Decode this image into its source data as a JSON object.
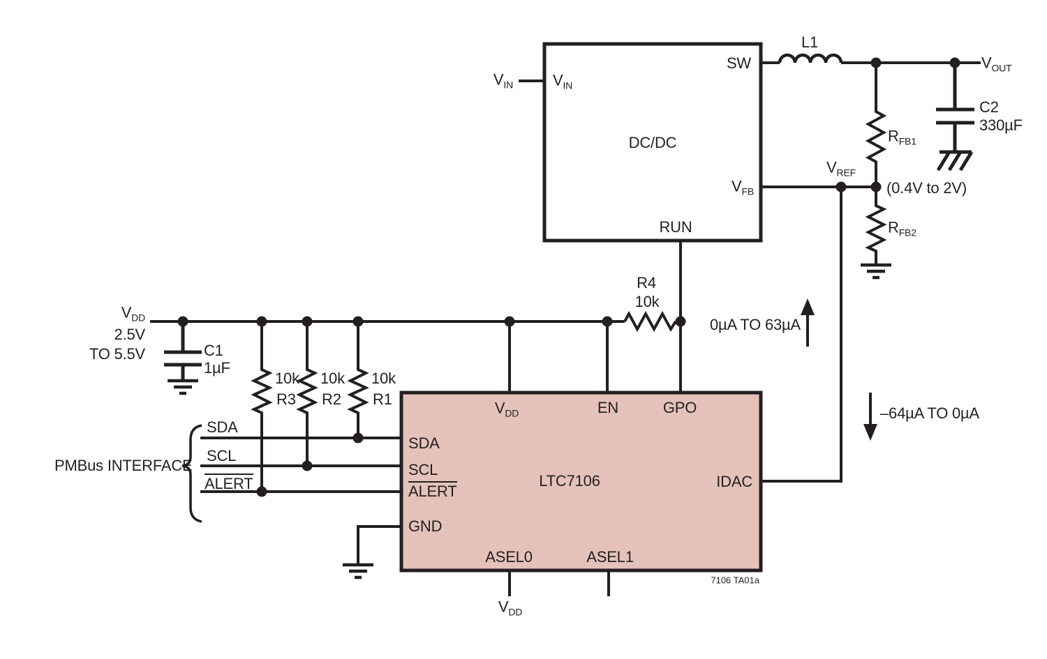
{
  "colors": {
    "ic_fill": "#e4c2ba",
    "stroke": "#231f20"
  },
  "dcdc": {
    "title": "DC/DC",
    "pins": {
      "vin": {
        "main": "V",
        "sub": "IN"
      },
      "sw": "SW",
      "vfb": {
        "main": "V",
        "sub": "FB"
      },
      "run": "RUN"
    }
  },
  "ltc": {
    "title": "LTC7106",
    "pins": {
      "vdd": {
        "main": "V",
        "sub": "DD"
      },
      "en": "EN",
      "gpo": "GPO",
      "sda": "SDA",
      "scl": "SCL",
      "alert": "ALERT",
      "gnd": "GND",
      "asel0": "ASEL0",
      "asel1": "ASEL1",
      "idac": "IDAC"
    }
  },
  "nets": {
    "vin_ext": {
      "main": "V",
      "sub": "IN"
    },
    "vout": {
      "main": "V",
      "sub": "OUT"
    },
    "vref": {
      "main": "V",
      "sub": "REF"
    },
    "vref_range": "(0.4V to 2V)",
    "vdd_supply": {
      "line1_main": "V",
      "line1_sub": "DD",
      "line2": "2.5V",
      "line3": "TO 5.5V"
    },
    "vdd_asel0": {
      "main": "V",
      "sub": "DD"
    }
  },
  "components": {
    "l1": "L1",
    "c1": {
      "ref": "C1",
      "value": "1µF"
    },
    "c2": {
      "ref": "C2",
      "value": "330µF"
    },
    "r1": {
      "value": "10k",
      "ref": "R1"
    },
    "r2": {
      "value": "10k",
      "ref": "R2"
    },
    "r3": {
      "value": "10k",
      "ref": "R3"
    },
    "r4": {
      "ref": "R4",
      "value": "10k"
    },
    "rfb1": {
      "main": "R",
      "sub": "FB1"
    },
    "rfb2": {
      "main": "R",
      "sub": "FB2"
    }
  },
  "bus": {
    "label": "PMBus INTERFACE",
    "sda": "SDA",
    "scl": "SCL",
    "alert": "ALERT"
  },
  "annotations": {
    "current_up": "0µA TO 63µA",
    "current_down": "–64µA TO 0µA",
    "fig_id": "7106 TA01a"
  }
}
